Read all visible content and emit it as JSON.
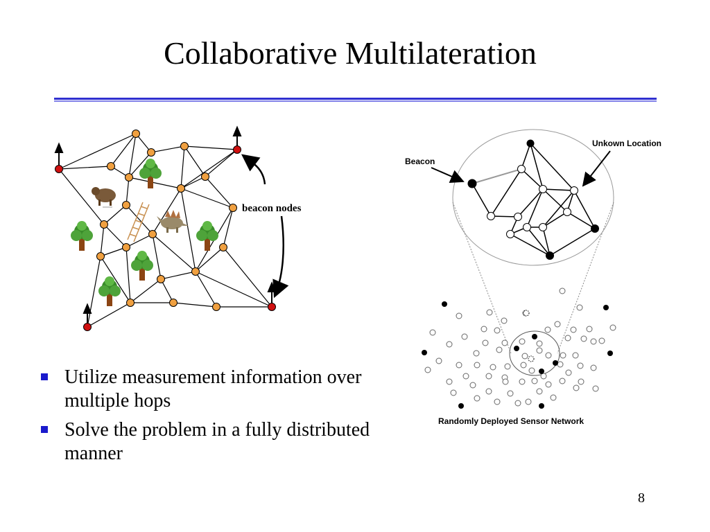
{
  "slide": {
    "title": "Collaborative Multilateration",
    "page_number": "8"
  },
  "bullets": [
    "Utilize measurement information over multiple hops",
    "Solve the problem in a fully distributed manner"
  ],
  "left_figure": {
    "callout": "beacon nodes",
    "icons": [
      "tree-icon",
      "animal-icon",
      "dinosaur-icon",
      "ladder-icon"
    ],
    "colors": {
      "node": "#f0a040",
      "beacon": "#d01010",
      "edge": "#000000"
    }
  },
  "right_figure": {
    "label_unknown": "Unkown Location",
    "label_beacon": "Beacon",
    "caption": "Randomly Deployed Sensor Network"
  }
}
